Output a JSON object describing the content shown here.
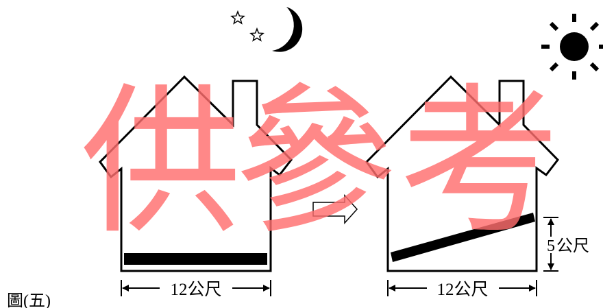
{
  "figure": {
    "caption": "圖(五)",
    "left_width_label": "12公尺",
    "right_width_label": "12公尺",
    "height_label_number": "5",
    "height_label_unit": "公尺"
  },
  "watermark": {
    "chars": [
      "供",
      "參",
      "考"
    ]
  },
  "icons": [
    "moon-icon",
    "star-icon",
    "sun-icon",
    "right-arrow-icon"
  ],
  "colors": {
    "watermark": "#ff6e6e",
    "line": "#000000"
  }
}
